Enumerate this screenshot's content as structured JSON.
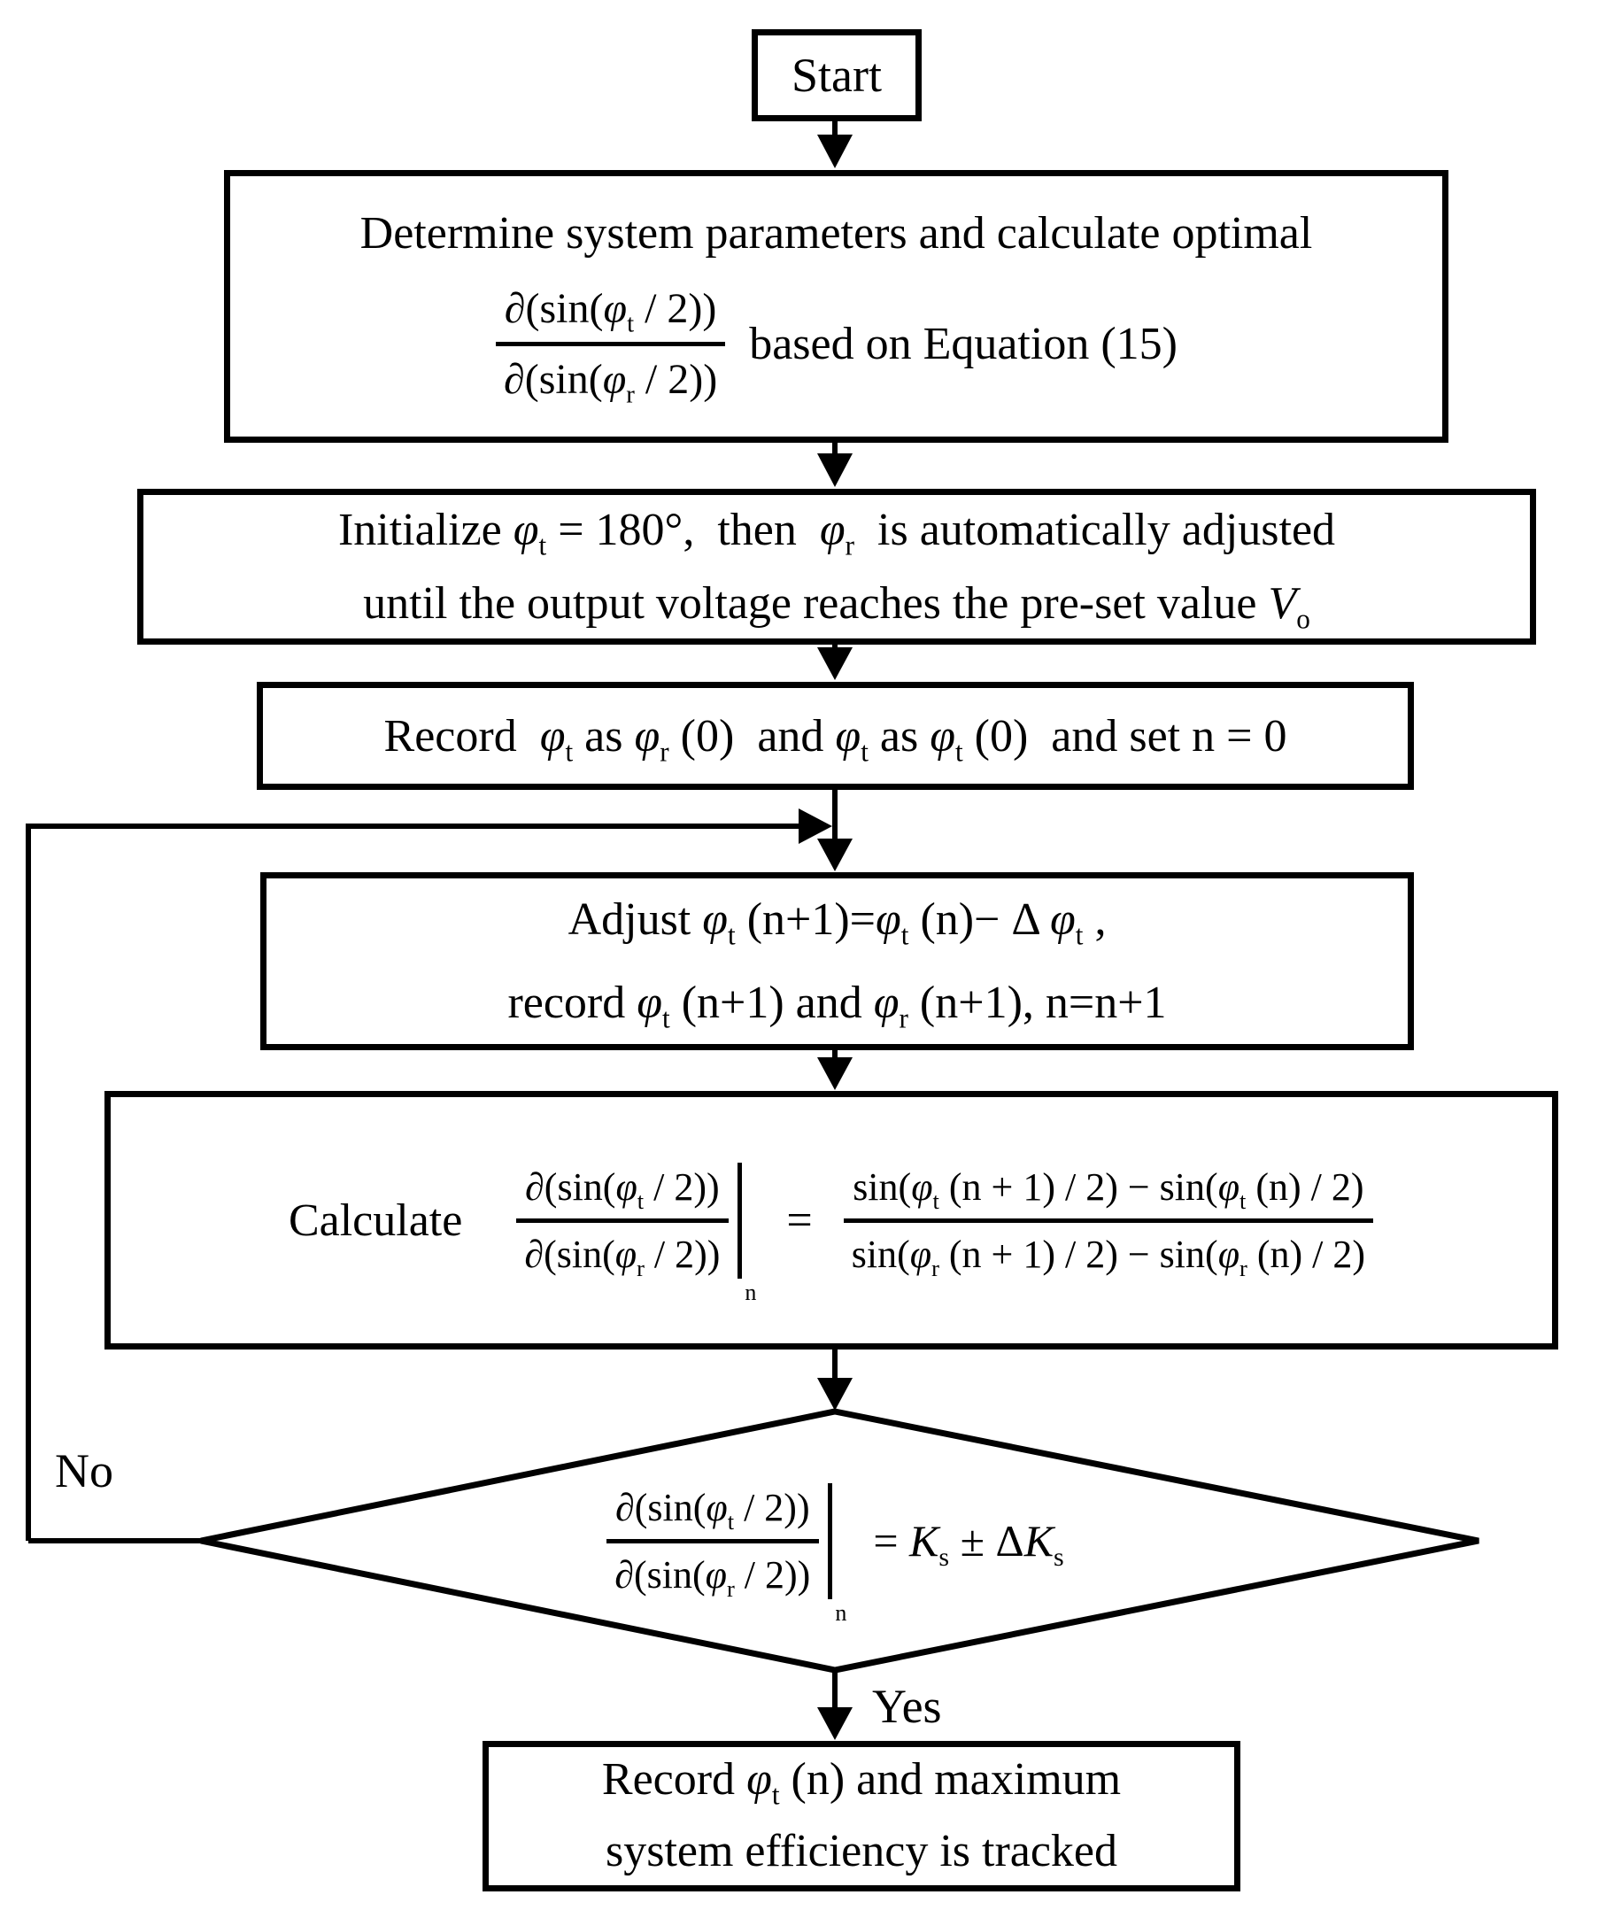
{
  "start": {
    "label": "Start"
  },
  "determine": {
    "line1": "Determine system parameters and calculate optimal",
    "tail": "based on Equation (15)"
  },
  "formula": {
    "phi": "φ",
    "sub_t": "t",
    "sub_r": "r",
    "sub_n": "n",
    "sub_s": "s",
    "sub_o": "o",
    "partial_sin_open": "∂(sin(",
    "half_close": " / 2))",
    "sin_open": "sin(",
    "V": "V",
    "K": "K"
  },
  "initialize": {
    "seg1": "Initialize ",
    "seg2": " = 180°,  then  ",
    "seg3": "  is automatically adjusted",
    "line2_pre": "until the output voltage reaches the pre-set value "
  },
  "record_init": {
    "seg1": "Record  ",
    "as1": " as ",
    "par1": " (0)",
    "and1": "  and ",
    "as2": " as ",
    "par2": " (0)",
    "tail": "  and set n = 0"
  },
  "adjust": {
    "l1a": "Adjust ",
    "l1b": " (n+1)=",
    "l1c": " (n)− Δ ",
    "l1d": " ,",
    "l2a": "record ",
    "l2b": " (n+1) and ",
    "l2c": " (n+1), n=n+1"
  },
  "calculate": {
    "label": "Calculate",
    "equals": "=",
    "num_mid": " (n + 1) / 2) − sin(",
    "num_end": " (n) / 2)",
    "den_mid": " (n + 1) / 2) − sin(",
    "den_end": " (n) / 2)"
  },
  "decision": {
    "equals": "= ",
    "pm": " ± Δ"
  },
  "result": {
    "l1a": "Record ",
    "l1b": " (n) and maximum",
    "line2": "system efficiency is tracked"
  },
  "edges": {
    "no": "No",
    "yes": "Yes"
  }
}
